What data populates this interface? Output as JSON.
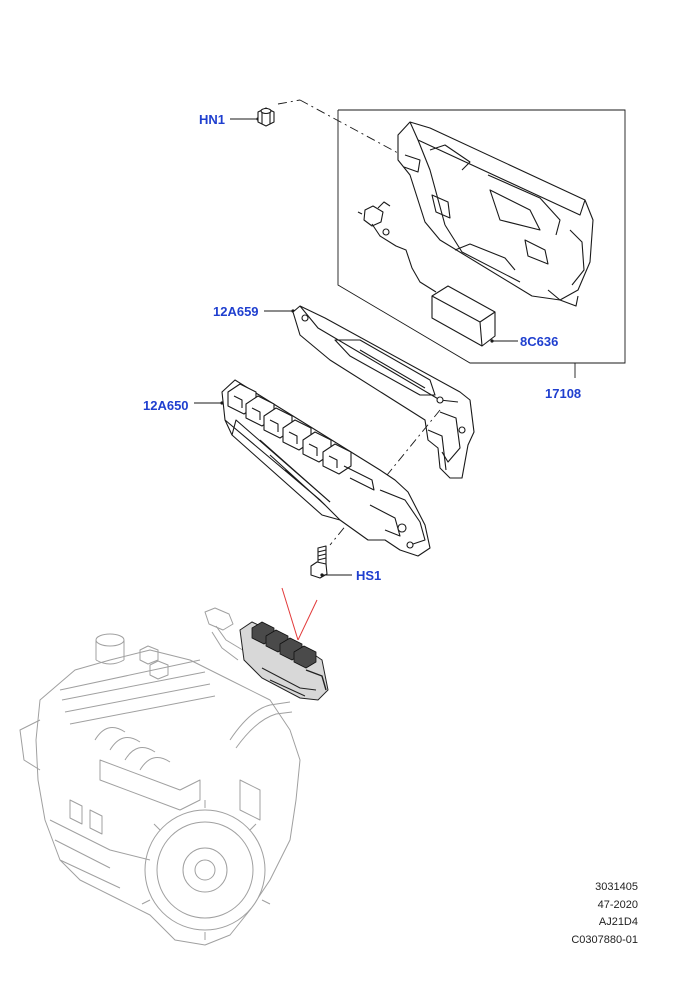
{
  "callouts": {
    "hn1": "HN1",
    "a659": "12A659",
    "a650": "12A650",
    "c636": "8C636",
    "p17108": "17108",
    "hs1": "HS1"
  },
  "info": {
    "line1": "3031405",
    "line2": "47-2020",
    "line3": "AJ21D4",
    "line4": "C0307880-01"
  },
  "colors": {
    "callout": "#1f3fcf",
    "highlight_arrow": "#e23a3a",
    "line": "#1a1a1a",
    "engine": "#9a9a9a"
  }
}
